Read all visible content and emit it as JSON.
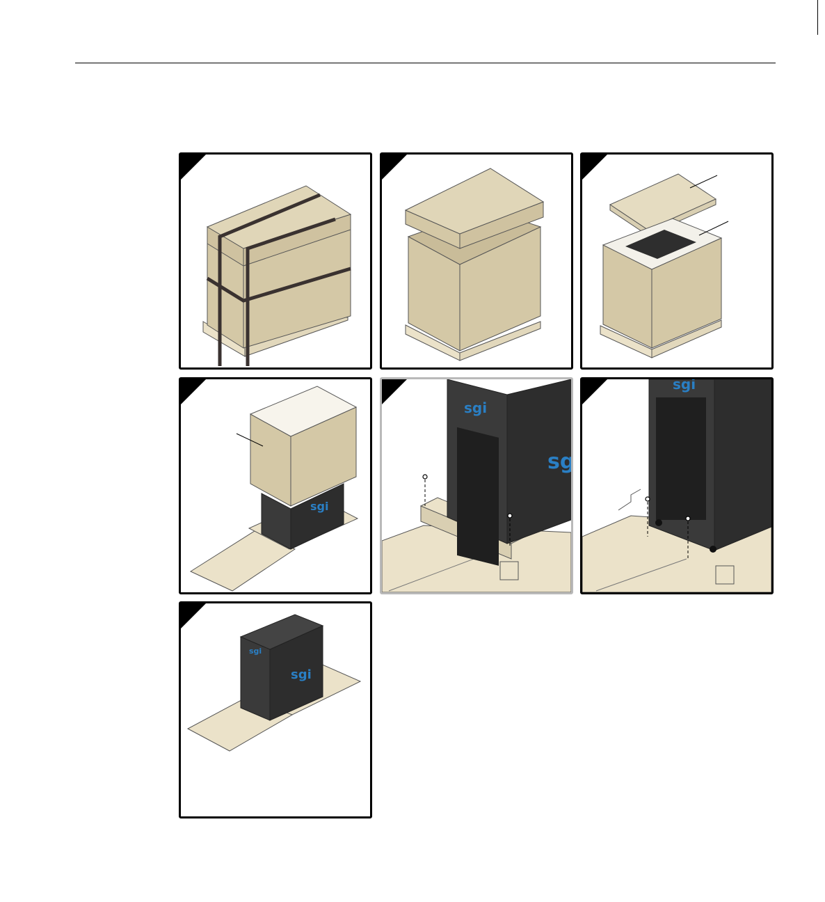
{
  "figure": {
    "panels": [
      {
        "id": "panel-1",
        "content": "strapped crate on pallet"
      },
      {
        "id": "panel-2",
        "content": "crate lid lifted"
      },
      {
        "id": "panel-3",
        "content": "ramp and packing foam removed"
      },
      {
        "id": "panel-4",
        "content": "cardboard sleeve lifted off rack"
      },
      {
        "id": "panel-5",
        "content": "bolts removed from front brace"
      },
      {
        "id": "panel-6",
        "content": "bolts removed from rack feet"
      },
      {
        "id": "panel-7",
        "content": "rack rolled down ramp"
      }
    ],
    "logo_text": "sgi"
  },
  "colors": {
    "cardboard": "#d4c8a6",
    "cardboard_dark": "#c0b390",
    "wood": "#ebe2c9",
    "rack": "#3a3a3a",
    "rack_side": "#2d2d2d",
    "logo_blue": "#2a7fc4"
  }
}
